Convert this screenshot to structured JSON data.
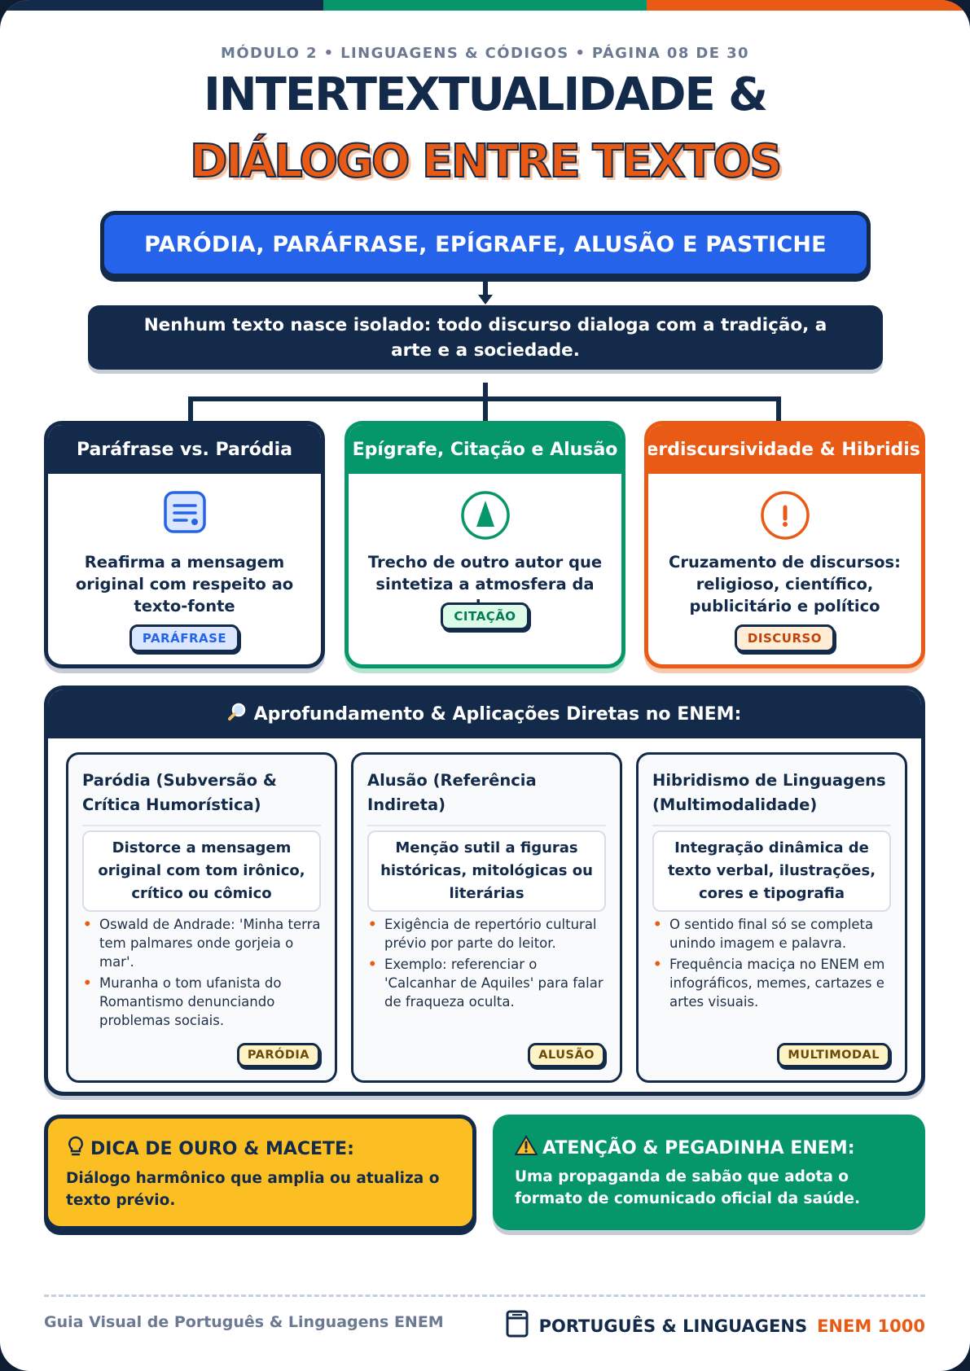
{
  "colors": {
    "navy": "#132a4a",
    "blue": "#2563eb",
    "green": "#059669",
    "orange": "#e95b14",
    "yellow": "#fbbf24"
  },
  "header": {
    "eyebrow": "MÓDULO 2 • LINGUAGENS & CÓDIGOS • PÁGINA 08 DE 30",
    "title_line1": "INTERTEXTUALIDADE &",
    "title_line2": "DIÁLOGO ENTRE TEXTOS"
  },
  "banner": "PARÓDIA, PARÁFRASE, EPÍGRAFE, ALUSÃO E PASTICHE",
  "intro": "Nenhum texto nasce isolado: todo discurso dialoga com a tradição, a arte e a sociedade.",
  "cards": [
    {
      "title": "Paráfrase vs. Paródia",
      "icon": "document-icon",
      "text": "Reafirma a mensagem original com respeito ao texto-fonte",
      "tag": "PARÁFRASE"
    },
    {
      "title": "Epígrafe, Citação e Alusão",
      "icon": "compass-icon",
      "text": "Trecho de outro autor que sintetiza a atmosfera da obra",
      "tag": "CITAÇÃO"
    },
    {
      "title": "Interdiscursividade & Hibridismo",
      "icon": "alert-icon",
      "text": "Cruzamento de discursos: religioso, científico, publicitário e político",
      "tag": "DISCURSO"
    }
  ],
  "deep": {
    "icon": "magnifier-icon",
    "title": "Aprofundamento & Aplicações Diretas no ENEM:",
    "items": [
      {
        "title": "Paródia (Subversão & Crítica Humorística)",
        "box": "Distorce a mensagem original com tom irônico, crítico ou cômico",
        "bullets": [
          "Oswald de Andrade: 'Minha terra tem palmares onde gorjeia o mar'.",
          "Muranha o tom ufanista do Romantismo denunciando problemas sociais."
        ],
        "tag": "PARÓDIA"
      },
      {
        "title": "Alusão (Referência Indireta)",
        "box": "Menção sutil a figuras históricas, mitológicas ou literárias",
        "bullets": [
          "Exigência de repertório cultural prévio por parte do leitor.",
          "Exemplo: referenciar o 'Calcanhar de Aquiles' para falar de fraqueza oculta."
        ],
        "tag": "ALUSÃO"
      },
      {
        "title": "Hibridismo de Linguagens (Multimodalidade)",
        "box": "Integração dinâmica de texto verbal, ilustrações, cores e tipografia",
        "bullets": [
          "O sentido final só se completa unindo imagem e palavra.",
          "Frequência maciça no ENEM em infográficos, memes, cartazes e artes visuais."
        ],
        "tag": "MULTIMODAL"
      }
    ]
  },
  "tips": {
    "gold": {
      "icon": "lightbulb-icon",
      "title": "DICA DE OURO & MACETE:",
      "text": "Diálogo harmônico que amplia ou atualiza o texto prévio."
    },
    "warning": {
      "icon": "warning-icon",
      "title": "ATENÇÃO & PEGADINHA ENEM:",
      "text": "Uma propaganda de sabão que adota o formato de comunicado oficial da saúde."
    }
  },
  "footer": {
    "left": "Guia Visual de Português & Linguagens ENEM",
    "brand_icon": "book-icon",
    "brand": "PORTUGUÊS & LINGUAGENS",
    "brand_accent": "ENEM 1000"
  }
}
